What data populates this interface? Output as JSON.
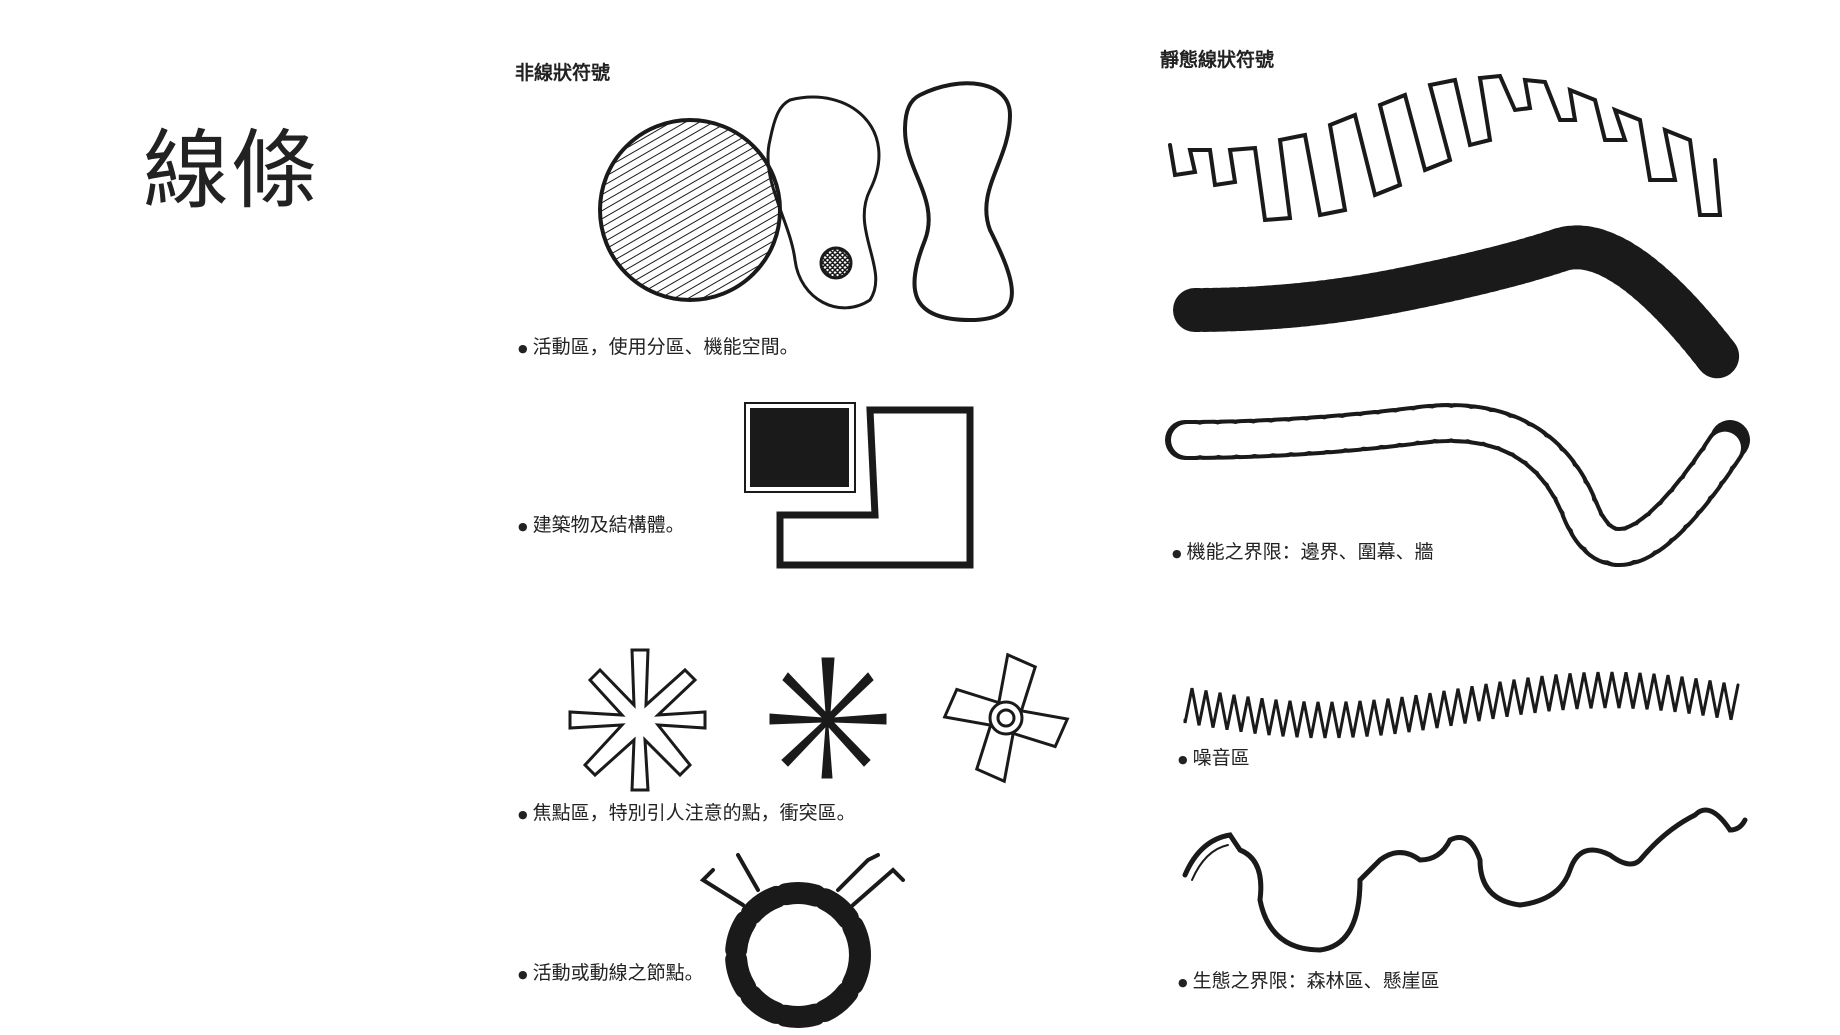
{
  "slide": {
    "title": "線條"
  },
  "left_column": {
    "heading": "非線狀符號",
    "captions": [
      "活動區，使用分區、機能空間。",
      "建築物及結構體。",
      "焦點區，特別引人注意的點，衝突區。",
      "活動或動線之節點。"
    ]
  },
  "right_column": {
    "heading": "靜態線狀符號",
    "captions": [
      "機能之界限：邊界、圍幕、牆",
      "噪音區",
      "生態之界限：森林區、懸崖區"
    ]
  }
}
